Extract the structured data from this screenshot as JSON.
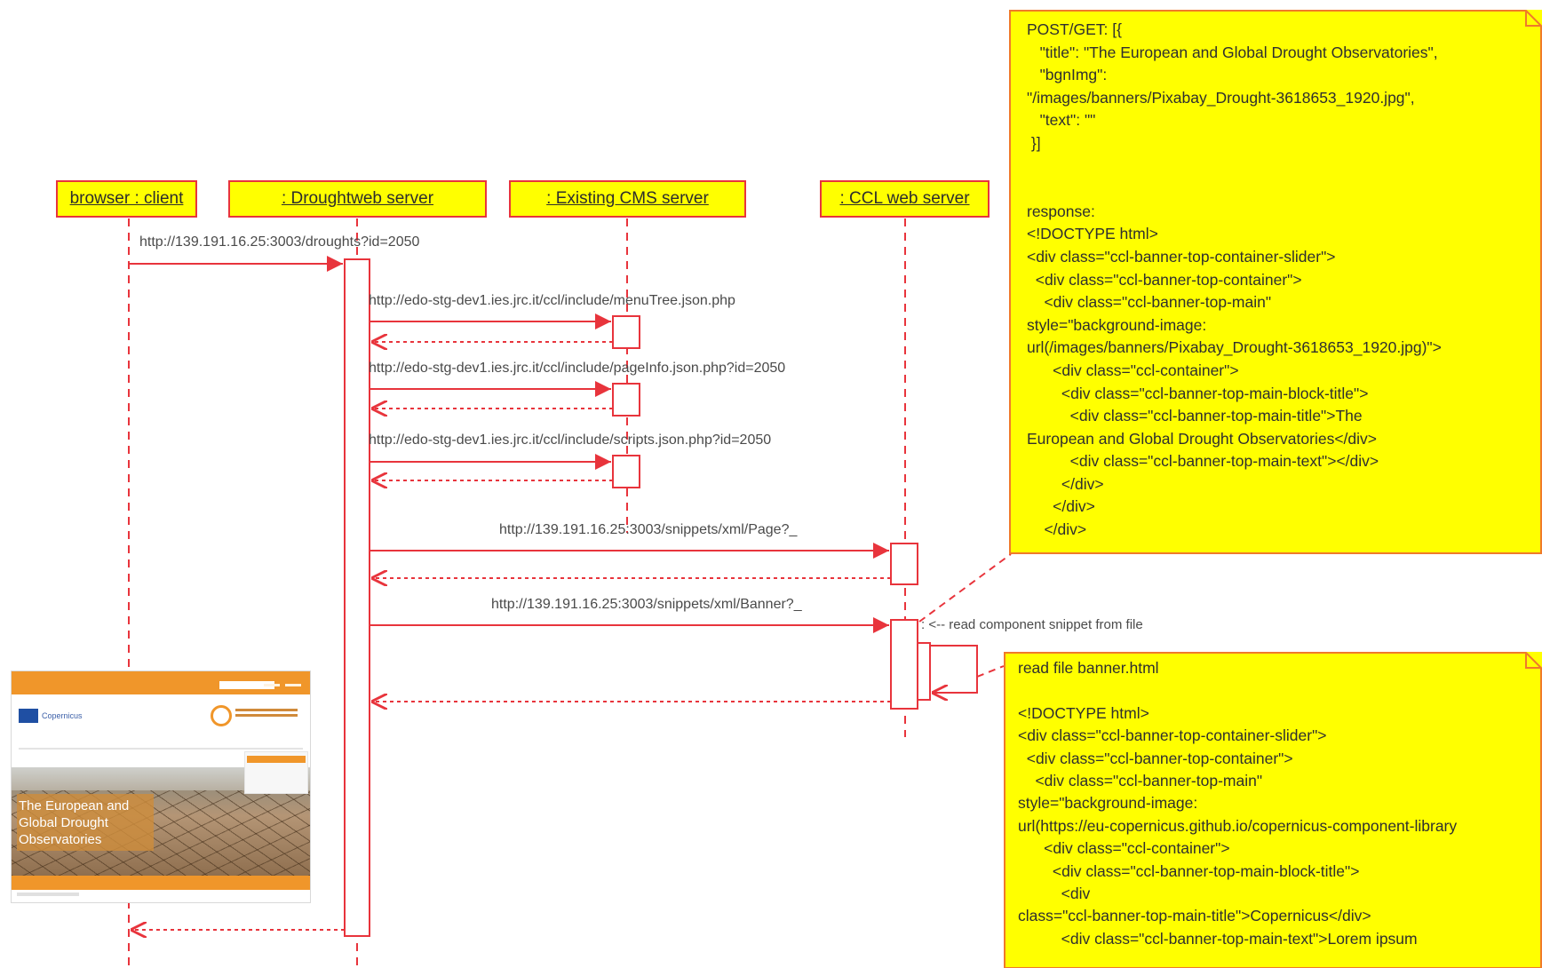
{
  "lifelines": [
    {
      "id": "browser",
      "label": "browser : client"
    },
    {
      "id": "droughtweb",
      "label": ": Droughtweb server"
    },
    {
      "id": "cms",
      "label": ": Existing CMS server"
    },
    {
      "id": "ccl",
      "label": ": CCL web server"
    }
  ],
  "messages": {
    "m1": "http://139.191.16.25:3003/droughts?id=2050",
    "m2": "http://edo-stg-dev1.ies.jrc.it/ccl/include/menuTree.json.php",
    "m3": "http://edo-stg-dev1.ies.jrc.it/ccl/include/pageInfo.json.php?id=2050",
    "m4": "http://edo-stg-dev1.ies.jrc.it/ccl/include/scripts.json.php?id=2050",
    "m5": "http://139.191.16.25:3003/snippets/xml/Page?_",
    "m6": "http://139.191.16.25:3003/snippets/xml/Banner?_",
    "self": ": <--   read component snippet  from file"
  },
  "note_top": {
    "text": "POST/GET: [{\n   \"title\": \"The European and Global Drought Observatories\",\n   \"bgnImg\":\n\"/images/banners/Pixabay_Drought-3618653_1920.jpg\",\n   \"text\": \"\"\n }]\n\n\nresponse:\n<!DOCTYPE html>\n<div class=\"ccl-banner-top-container-slider\">\n  <div class=\"ccl-banner-top-container\">\n    <div class=\"ccl-banner-top-main\"\nstyle=\"background-image:\nurl(/images/banners/Pixabay_Drought-3618653_1920.jpg)\">\n      <div class=\"ccl-container\">\n        <div class=\"ccl-banner-top-main-block-title\">\n          <div class=\"ccl-banner-top-main-title\">The\nEuropean and Global Drought Observatories</div>\n          <div class=\"ccl-banner-top-main-text\"></div>\n        </div>\n      </div>\n    </div>"
  },
  "note_bottom": {
    "text": "read file banner.html\n\n<!DOCTYPE html>\n<div class=\"ccl-banner-top-container-slider\">\n  <div class=\"ccl-banner-top-container\">\n    <div class=\"ccl-banner-top-main\"\nstyle=\"background-image:\nurl(https://eu-copernicus.github.io/copernicus-component-library\n      <div class=\"ccl-container\">\n        <div class=\"ccl-banner-top-main-block-title\">\n          <div\nclass=\"ccl-banner-top-main-title\">Copernicus</div>\n          <div class=\"ccl-banner-top-main-text\">Lorem ipsum"
  },
  "thumbnail": {
    "banner_title": "The European and\nGlobal Drought\nObservatories",
    "logo_text": "Copernicus"
  },
  "colors": {
    "line": "#e8343c",
    "note_fill": "#ffff00",
    "note_border": "#f07a2a",
    "brand_orange": "#f0962a"
  }
}
